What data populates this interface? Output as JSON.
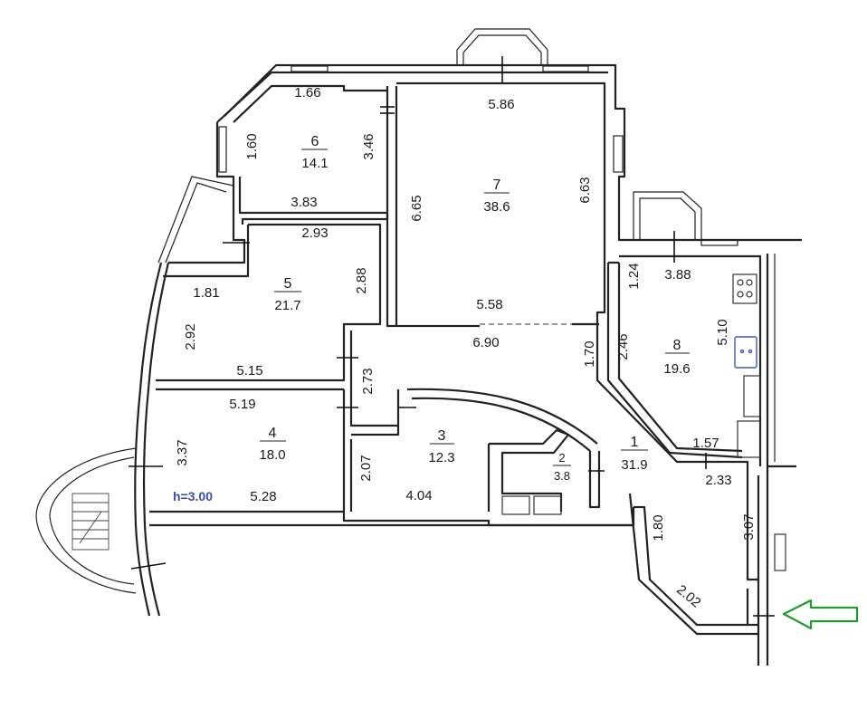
{
  "plan": {
    "ceiling_height": "h=3.00",
    "accent_blue": "#3a55c8",
    "arrow_color": "#1f9a2e",
    "rooms": [
      {
        "id": "room-6",
        "number": "6",
        "area": "14.1"
      },
      {
        "id": "room-7",
        "number": "7",
        "area": "38.6"
      },
      {
        "id": "room-5",
        "number": "5",
        "area": "21.7"
      },
      {
        "id": "room-8",
        "number": "8",
        "area": "19.6"
      },
      {
        "id": "room-4",
        "number": "4",
        "area": "18.0"
      },
      {
        "id": "room-3",
        "number": "3",
        "area": "12.3"
      },
      {
        "id": "room-2",
        "number": "2",
        "area": "3.8"
      },
      {
        "id": "room-1",
        "number": "1",
        "area": "31.9"
      }
    ],
    "dimensions": {
      "r6_top": "1.66",
      "r6_left": "1.60",
      "r6_right": "3.46",
      "r6_bottom": "3.83",
      "r7_top": "5.86",
      "r7_left": "6.65",
      "r7_right": "6.63",
      "r7_bottom": "5.58",
      "r5_top": "2.93",
      "r5_left_upper": "1.81",
      "r5_right": "2.88",
      "r5_left": "2.92",
      "r5_bottom": "5.15",
      "r8_top": "3.88",
      "r8_left_upper": "1.24",
      "r8_right": "5.10",
      "r8_left": "2.46",
      "r8_bottom": "1.57",
      "hall_top": "6.90",
      "hall_mid": "1.70",
      "hall_left": "2.73",
      "hall_br": "2.33",
      "hall_lower_right": "3.07",
      "hall_lower_left": "1.80",
      "hall_diag": "2.02",
      "r4_top": "5.19",
      "r4_left": "3.37",
      "r4_bottom": "5.28",
      "r3_left": "2.07",
      "r3_bottom": "4.04"
    }
  }
}
